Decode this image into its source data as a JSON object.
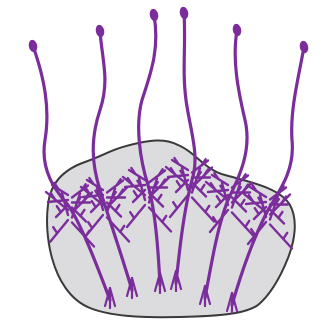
{
  "diagram": {
    "colors": {
      "body_fill": "#dcdcdf",
      "body_stroke": "#3a3a3a",
      "structure": "#7b2d9b",
      "background": "#ffffff"
    },
    "structures": [
      {
        "id": "filament-1"
      },
      {
        "id": "filament-2"
      },
      {
        "id": "filament-3"
      },
      {
        "id": "filament-4"
      },
      {
        "id": "filament-5"
      },
      {
        "id": "filament-6"
      }
    ]
  }
}
